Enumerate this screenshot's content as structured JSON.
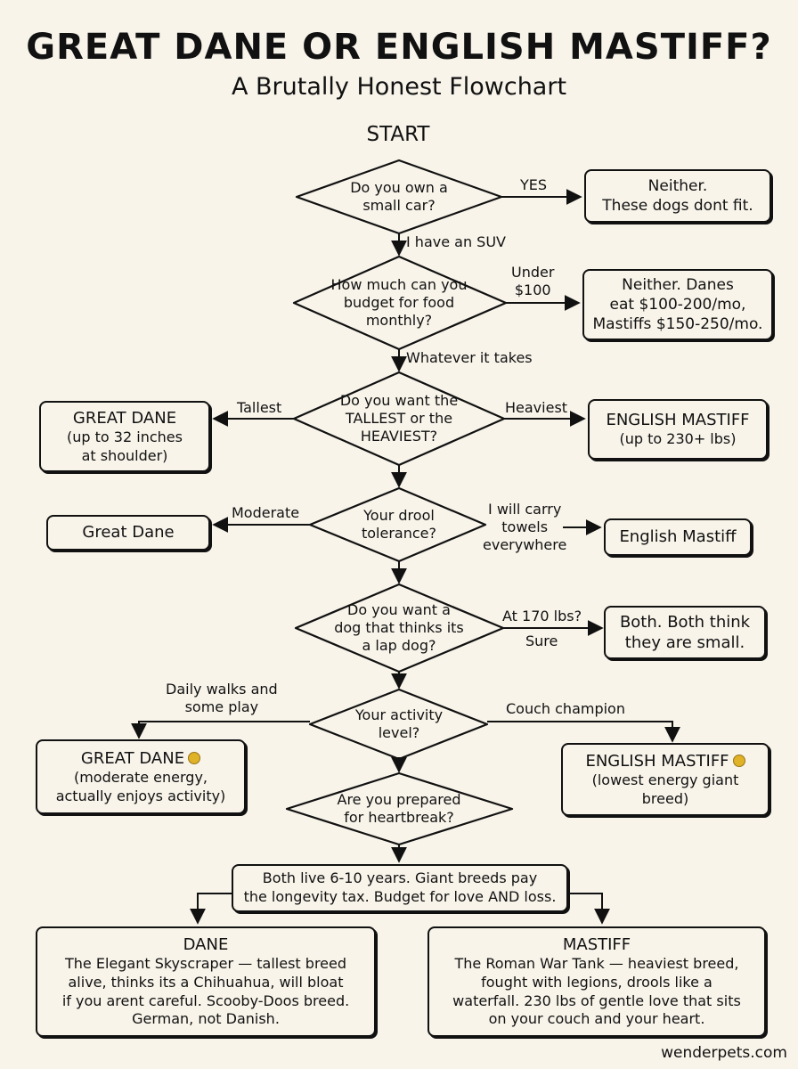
{
  "header": {
    "title": "GREAT DANE OR ENGLISH MASTIFF?",
    "subtitle": "A Brutally Honest Flowchart",
    "start": "START"
  },
  "q1": {
    "line1": "Do you own a",
    "line2": "small car?",
    "yes_label": "YES",
    "no_label": "I have an SUV"
  },
  "r1": {
    "line1": "Neither.",
    "line2": "These dogs dont fit."
  },
  "q2": {
    "line1": "How much can you",
    "line2": "budget for food",
    "line3": "monthly?",
    "under_label_1": "Under",
    "under_label_2": "$100",
    "no_label": "Whatever it takes"
  },
  "r2": {
    "line1": "Neither. Danes",
    "line2": "eat $100-200/mo,",
    "line3": "Mastiffs $150-250/mo."
  },
  "q3": {
    "line1": "Do you want the",
    "line2": "TALLEST or the",
    "line3": "HEAVIEST?",
    "left_label": "Tallest",
    "right_label": "Heaviest"
  },
  "r3_left": {
    "line1": "GREAT DANE",
    "line2": "(up to 32 inches",
    "line3": "at shoulder)"
  },
  "r3_right": {
    "line1": "ENGLISH MASTIFF",
    "line2": "(up to 230+ lbs)"
  },
  "q4": {
    "line1": "Your drool",
    "line2": "tolerance?",
    "left_label": "Moderate",
    "right_label_1": "I will carry",
    "right_label_2": "towels",
    "right_label_3": "everywhere"
  },
  "r4_left": {
    "text": "Great Dane"
  },
  "r4_right": {
    "text": "English Mastiff"
  },
  "q5": {
    "line1": "Do you want a",
    "line2": "dog that thinks its",
    "line3": "a lap dog?",
    "right_label_1": "At 170 lbs?",
    "right_label_2": "Sure"
  },
  "r5": {
    "line1": "Both. Both think",
    "line2": "they are small."
  },
  "q6": {
    "line1": "Your activity",
    "line2": "level?",
    "left_label_1": "Daily walks and",
    "left_label_2": "some play",
    "right_label": "Couch champion"
  },
  "r6_left": {
    "line1": "GREAT DANE",
    "line2": "(moderate energy,",
    "line3": "actually enjoys activity)"
  },
  "r6_right": {
    "line1": "ENGLISH MASTIFF",
    "line2": "(lowest energy giant",
    "line3": "breed)"
  },
  "q7": {
    "line1": "Are you prepared",
    "line2": "for heartbreak?"
  },
  "r7": {
    "line1": "Both live 6-10 years. Giant breeds pay",
    "line2": "the longevity tax. Budget for love AND loss."
  },
  "dane_summary": {
    "heading": "DANE",
    "line1": "The Elegant Skyscraper — tallest breed",
    "line2": "alive, thinks its a Chihuahua, will bloat",
    "line3": "if you arent careful. Scooby-Doos breed.",
    "line4": "German, not Danish."
  },
  "mastiff_summary": {
    "heading": "MASTIFF",
    "line1": "The Roman War Tank — heaviest breed,",
    "line2": "fought with legions, drools like a",
    "line3": "waterfall. 230 lbs of gentle love that sits",
    "line4": "on your couch and your heart."
  },
  "footer": {
    "site": "wenderpets.com"
  },
  "icons": {
    "medal": "medal-icon"
  },
  "colors": {
    "background": "#f8f4ea",
    "ink": "#111111",
    "medal": "#e0b227"
  }
}
